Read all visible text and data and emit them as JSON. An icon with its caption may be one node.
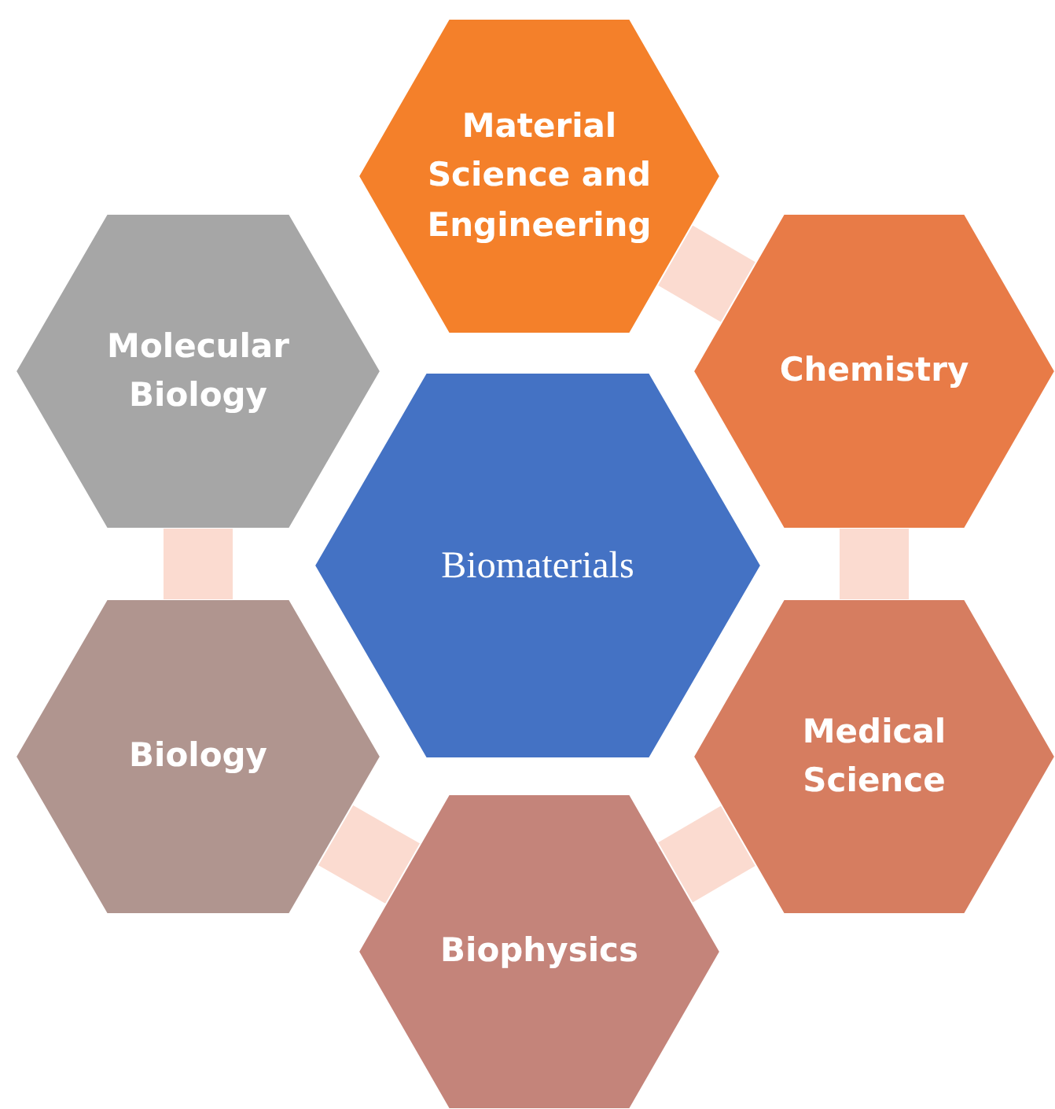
{
  "diagram": {
    "nodes": [
      {
        "text": [
          "Biomaterials"
        ]
      },
      {
        "text": [
          "Material Science and Engineering"
        ]
      },
      {
        "text": [
          "Chemistry"
        ]
      },
      {
        "text": [
          "Medical Science"
        ]
      },
      {
        "text": [
          "Biophysics"
        ]
      },
      {
        "text": [
          "Biology"
        ]
      },
      {
        "text": [
          "Molecular Biology"
        ]
      }
    ],
    "edges": [
      {
        "from": 1,
        "to": 2,
        "arrow": "none",
        "color": "#fbdbd0"
      },
      {
        "from": 2,
        "to": 3,
        "arrow": "none",
        "color": "#fbdbd0"
      },
      {
        "from": 3,
        "to": 4,
        "arrow": "none",
        "color": "#fbdbd0"
      },
      {
        "from": 4,
        "to": 5,
        "arrow": "none",
        "color": "#fbdbd0"
      },
      {
        "from": 5,
        "to": 6,
        "arrow": "none",
        "color": "#fbdbd0"
      }
    ]
  }
}
